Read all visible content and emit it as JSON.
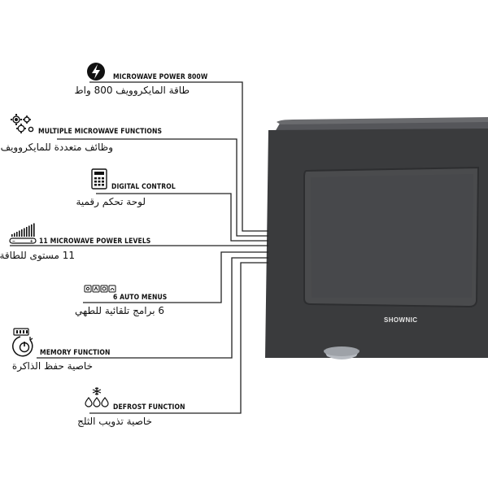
{
  "features": [
    {
      "icon": "lightning-bolt-icon",
      "label_en": "MICROWAVE POWER 800W",
      "label_ar": "طاقة المايكروويف 800 واط"
    },
    {
      "icon": "gears-icon",
      "label_en": "MULTIPLE MICROWAVE FUNCTIONS",
      "label_ar": "وظائف متعددة للمايكروويف"
    },
    {
      "icon": "control-panel-icon",
      "label_en": "DIGITAL CONTROL",
      "label_ar": "لوحة تحكم رقمية"
    },
    {
      "icon": "power-levels-icon",
      "label_en": "11 MICROWAVE POWER LEVELS",
      "label_ar": "11 مستوى للطاقة"
    },
    {
      "icon": "auto-menu-icon",
      "label_en": "6 AUTO MENUS",
      "label_ar": "6 برامج تلقائية للطهي"
    },
    {
      "icon": "memory-power-icon",
      "label_en": "MEMORY FUNCTION",
      "label_ar": "خاصية حفظ الذاكرة"
    },
    {
      "icon": "snowflake-drops-icon",
      "label_en": "DEFROST FUNCTION",
      "label_ar": "خاصية تذويب الثلج"
    }
  ],
  "product": {
    "brand": "SHOWNIC",
    "body_color": "#3a3b3d",
    "door_color": "#2b2c2e",
    "window_color": "#4a4b4d",
    "foot_color": "#b8bcc2"
  },
  "colors": {
    "line": "#222222",
    "background": "#ffffff"
  }
}
